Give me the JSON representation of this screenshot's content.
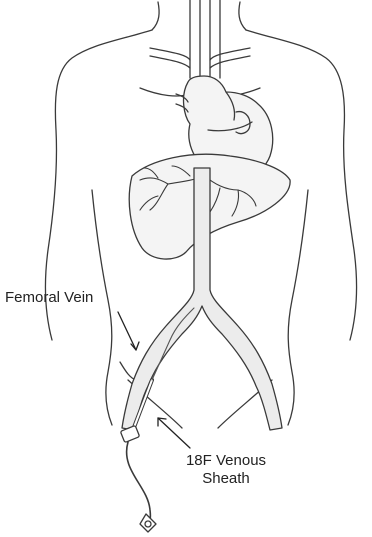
{
  "annotations": {
    "femoral_vein": "Femoral Vein",
    "sheath_line1": "18F Venous",
    "sheath_line2": "Sheath"
  },
  "colors": {
    "outline": "#3a3a3a",
    "vessel_fill": "#ececec",
    "organ_fill": "#f4f4f4",
    "text": "#222222"
  }
}
